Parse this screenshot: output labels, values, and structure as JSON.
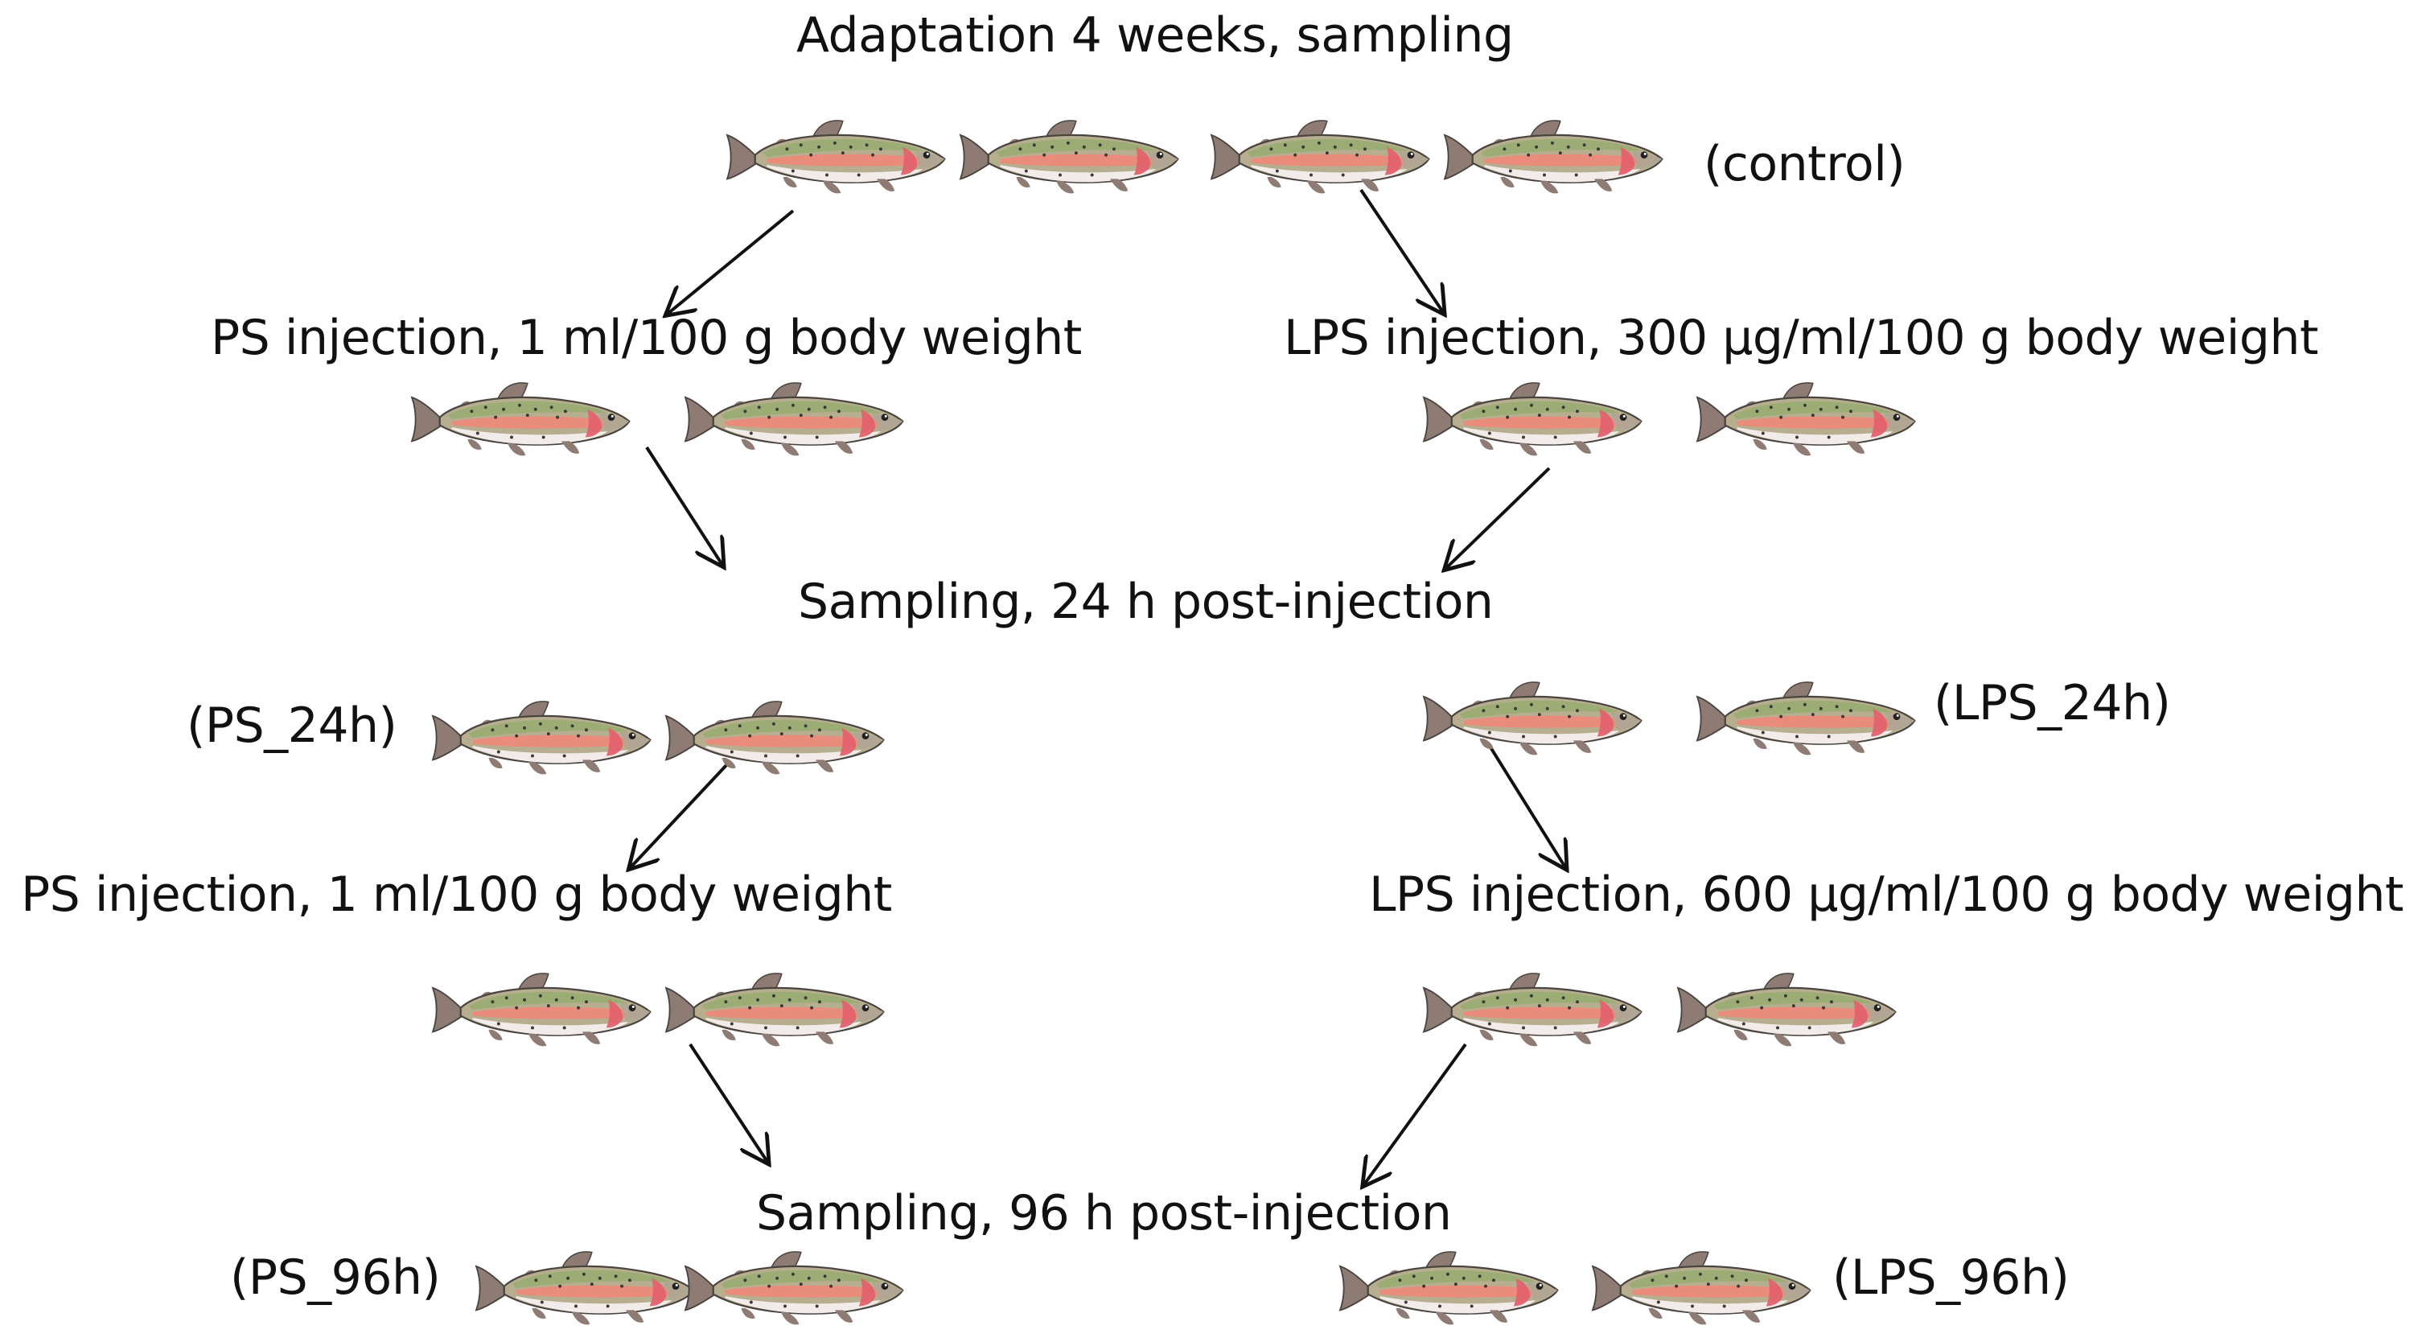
{
  "steps": {
    "adaptation": "Adaptation 4 weeks, sampling",
    "ps_injection_1": "PS injection, 1 ml/100 g body weight",
    "lps_injection_1": "LPS injection, 300 µg/ml/100 g body weight",
    "sampling_24h": "Sampling, 24 h post-injection",
    "ps_injection_2": "PS injection, 1 ml/100 g body weight",
    "lps_injection_2": "LPS injection, 600 µg/ml/100 g body weight",
    "sampling_96h": "Sampling, 96 h post-injection"
  },
  "groups": {
    "control": "(control)",
    "ps_24h": "(PS_24h)",
    "lps_24h": "(LPS_24h)",
    "ps_96h": "(PS_96h)",
    "lps_96h": "(LPS_96h)"
  },
  "fish_groups": [
    {
      "group": "control",
      "count": 4
    },
    {
      "group": "ps_after_injection_1",
      "count": 2
    },
    {
      "group": "lps_after_injection_1",
      "count": 2
    },
    {
      "group": "ps_24h",
      "count": 2
    },
    {
      "group": "lps_24h",
      "count": 2
    },
    {
      "group": "ps_after_injection_2",
      "count": 2
    },
    {
      "group": "lps_after_injection_2",
      "count": 2
    },
    {
      "group": "ps_96h",
      "count": 2
    },
    {
      "group": "lps_96h",
      "count": 2
    }
  ],
  "colors": {
    "text": "#111111",
    "arrow": "#111111",
    "fish_body": "#b7ae8f",
    "fish_back": "#98ad72",
    "fish_stripe": "#ec8a7a",
    "fish_belly": "#f1ecea",
    "fish_fin": "#8e7c74",
    "fish_gill": "#e4626e"
  },
  "icon": "rainbow-trout-icon"
}
